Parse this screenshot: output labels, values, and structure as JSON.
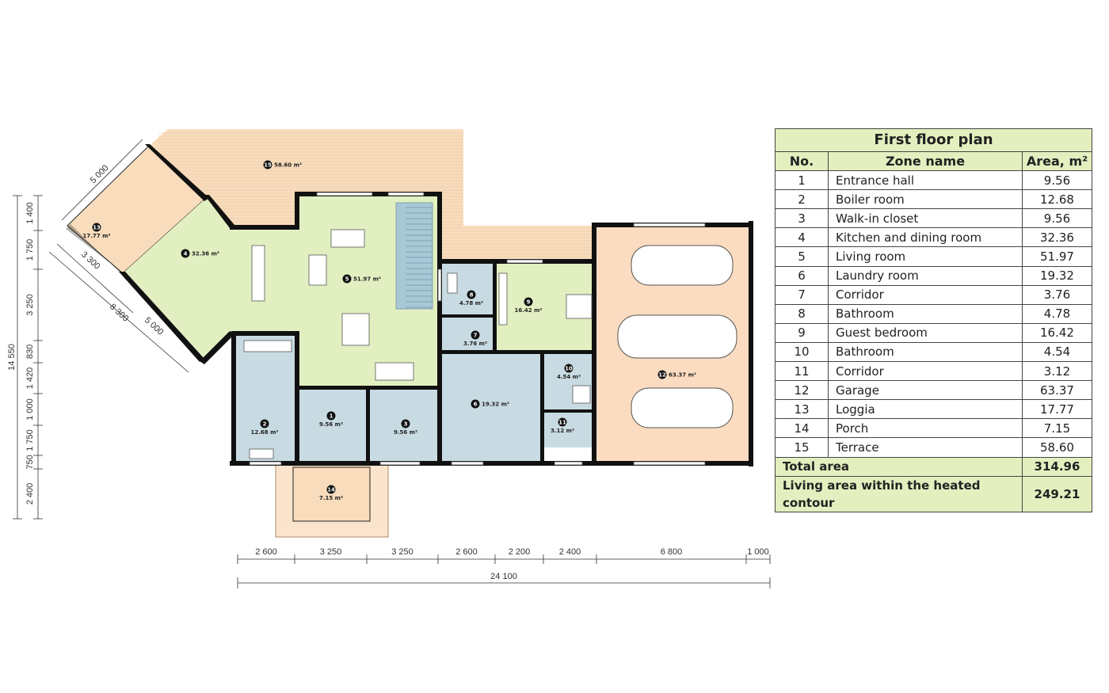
{
  "table": {
    "title": "First floor plan",
    "headers": {
      "no": "No.",
      "zone": "Zone name",
      "area": "Area, m²"
    },
    "rows": [
      {
        "no": "1",
        "zone": "Entrance hall",
        "area": "9.56"
      },
      {
        "no": "2",
        "zone": "Boiler room",
        "area": "12.68"
      },
      {
        "no": "3",
        "zone": "Walk-in closet",
        "area": "9.56"
      },
      {
        "no": "4",
        "zone": "Kitchen and dining room",
        "area": "32.36"
      },
      {
        "no": "5",
        "zone": "Living room",
        "area": "51.97"
      },
      {
        "no": "6",
        "zone": "Laundry room",
        "area": "19.32"
      },
      {
        "no": "7",
        "zone": "Corridor",
        "area": "3.76"
      },
      {
        "no": "8",
        "zone": "Bathroom",
        "area": "4.78"
      },
      {
        "no": "9",
        "zone": "Guest bedroom",
        "area": "16.42"
      },
      {
        "no": "10",
        "zone": "Bathroom",
        "area": "4.54"
      },
      {
        "no": "11",
        "zone": "Corridor",
        "area": "3.12"
      },
      {
        "no": "12",
        "zone": "Garage",
        "area": "63.37"
      },
      {
        "no": "13",
        "zone": "Loggia",
        "area": "17.77"
      },
      {
        "no": "14",
        "zone": "Porch",
        "area": "7.15"
      },
      {
        "no": "15",
        "zone": "Terrace",
        "area": "58.60"
      }
    ],
    "total": {
      "label": "Total area",
      "value": "314.96"
    },
    "living": {
      "label": "Living area within the heated contour",
      "value": "249.21"
    }
  },
  "plan_labels": {
    "r1": "9.56 m²",
    "r2": "12.68 m²",
    "r3": "9.56 m²",
    "r4": "32.36 m²",
    "r5": "51.97 m²",
    "r6": "19.32 m²",
    "r7": "3.76 m²",
    "r8": "4.78 m²",
    "r9": "16.42 m²",
    "r10": "4.54 m²",
    "r11": "3.12 m²",
    "r12": "63.37 m²",
    "r13": "17.77 m²",
    "r14": "7.15 m²",
    "r15": "58.60 m²"
  },
  "dimensions": {
    "bottom": [
      "2 600",
      "3 250",
      "3 250",
      "2 600",
      "2 200",
      "2 400",
      "6 800",
      "1 000"
    ],
    "bottom_total": "24 100",
    "left": [
      "1 400",
      "1 750",
      "3 250",
      "830",
      "1 420",
      "1 000",
      "1 750",
      "750",
      "2 400"
    ],
    "left_total": "14 550",
    "diagonal": [
      "5 000",
      "3 300",
      "8 300",
      "5 000"
    ]
  },
  "colors": {
    "terrace": "#f8dcbc",
    "living": "#e2efc1",
    "service": "#c8dbe2",
    "garage": "#fbdcc0",
    "header": "#e3efbf"
  }
}
